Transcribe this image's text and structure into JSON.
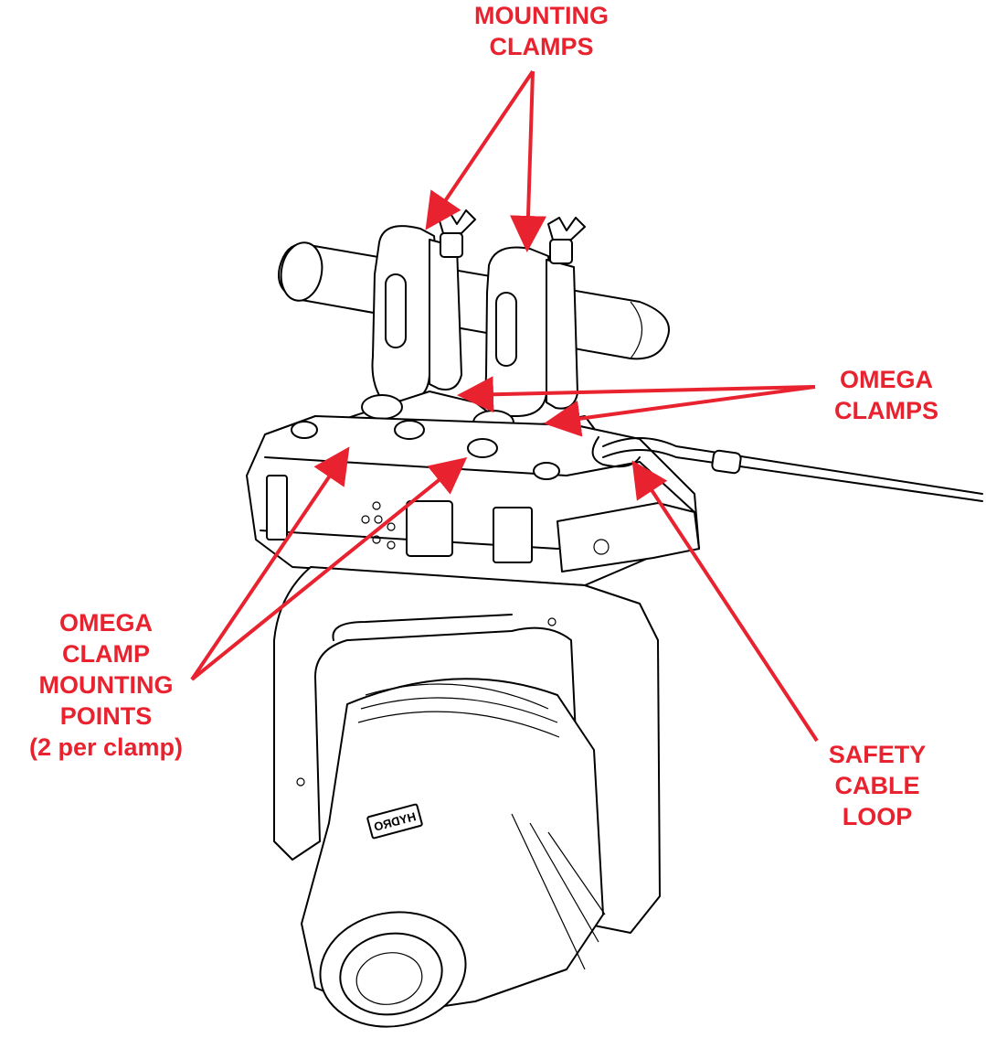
{
  "colors": {
    "callout": "#e8222e",
    "line": "#000000",
    "background": "#ffffff"
  },
  "labels": {
    "mounting_clamps": {
      "line1": "MOUNTING",
      "line2": "CLAMPS"
    },
    "omega_clamps": {
      "line1": "OMEGA",
      "line2": "CLAMPS"
    },
    "omega_mounting_points": {
      "line1": "OMEGA",
      "line2": "CLAMP",
      "line3": "MOUNTING",
      "line4": "POINTS",
      "line5": "(2 per clamp)"
    },
    "safety_cable_loop": {
      "line1": "SAFETY",
      "line2": "CABLE",
      "line3": "LOOP"
    }
  },
  "logo_text": "HYDRO"
}
